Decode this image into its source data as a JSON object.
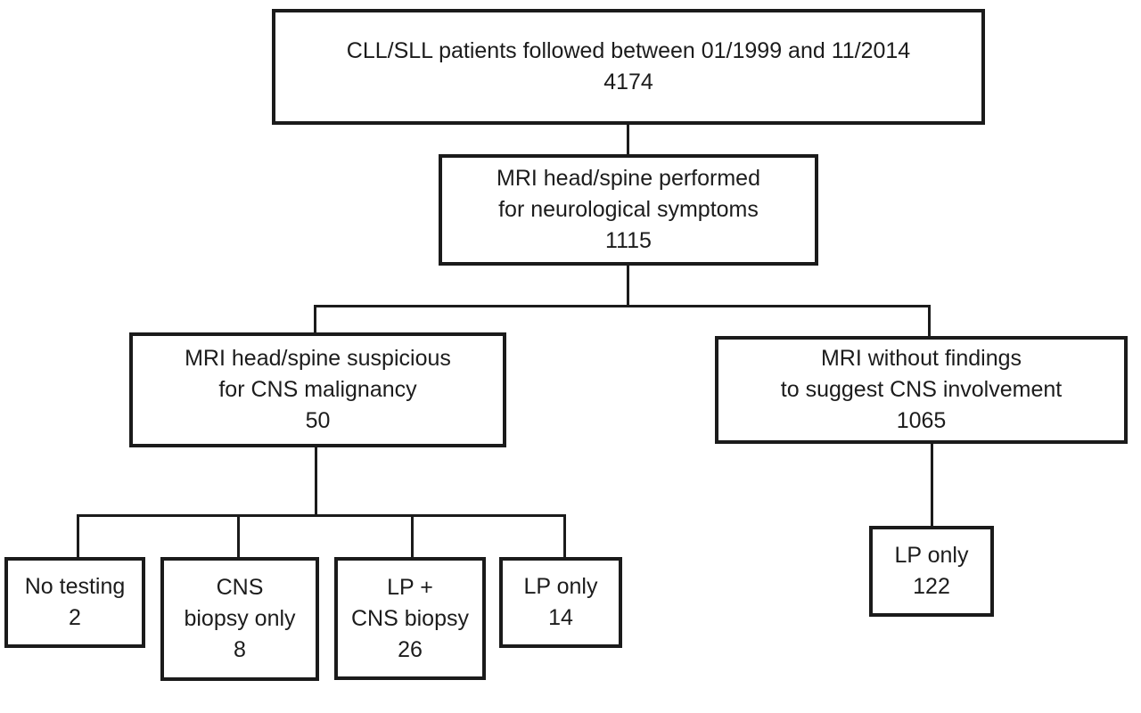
{
  "diagram": {
    "type": "flowchart",
    "colors": {
      "border": "#1b1b1b",
      "background": "#ffffff",
      "text": "#1c1c1c"
    },
    "nodes": {
      "total_patients": {
        "label": "CLL/SLL patients followed between 01/1999 and 11/2014",
        "value": "4174"
      },
      "mri_performed": {
        "label": "MRI head/spine performed\nfor neurological symptoms",
        "value": "1115"
      },
      "mri_suspicious": {
        "label": "MRI head/spine suspicious\nfor CNS malignancy",
        "value": "50"
      },
      "mri_no_findings": {
        "label": "MRI without findings\nto suggest CNS involvement",
        "value": "1065"
      },
      "no_testing": {
        "label": "No testing",
        "value": "2"
      },
      "cns_biopsy_only": {
        "label": "CNS\nbiopsy only",
        "value": "8"
      },
      "lp_cns_biopsy": {
        "label": "LP +\nCNS biopsy",
        "value": "26"
      },
      "lp_only_suspicious": {
        "label": "LP only",
        "value": "14"
      },
      "lp_only_no_findings": {
        "label": "LP only",
        "value": "122"
      }
    },
    "edges": [
      [
        "total_patients",
        "mri_performed"
      ],
      [
        "mri_performed",
        "mri_suspicious"
      ],
      [
        "mri_performed",
        "mri_no_findings"
      ],
      [
        "mri_suspicious",
        "no_testing"
      ],
      [
        "mri_suspicious",
        "cns_biopsy_only"
      ],
      [
        "mri_suspicious",
        "lp_cns_biopsy"
      ],
      [
        "mri_suspicious",
        "lp_only_suspicious"
      ],
      [
        "mri_no_findings",
        "lp_only_no_findings"
      ]
    ]
  }
}
